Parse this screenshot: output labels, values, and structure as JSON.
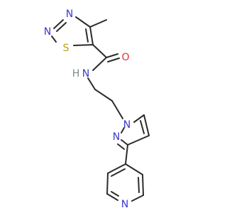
{
  "molecule": {
    "atoms": {
      "thiadiazole_n_top": "N",
      "thiadiazole_n_left": "N",
      "thiadiazole_s": "S",
      "carbonyl_o": "O",
      "amide_nh": "N",
      "amide_h": "H",
      "pyrazole_n1": "N",
      "pyrazole_n2": "N",
      "pyridine_n": "N"
    },
    "colors": {
      "bond": "#2b2b2b",
      "nitrogen": "#3a3acc",
      "oxygen": "#e8312a",
      "sulfur": "#b4a012",
      "hydrogen": "#7a8a8a"
    }
  }
}
